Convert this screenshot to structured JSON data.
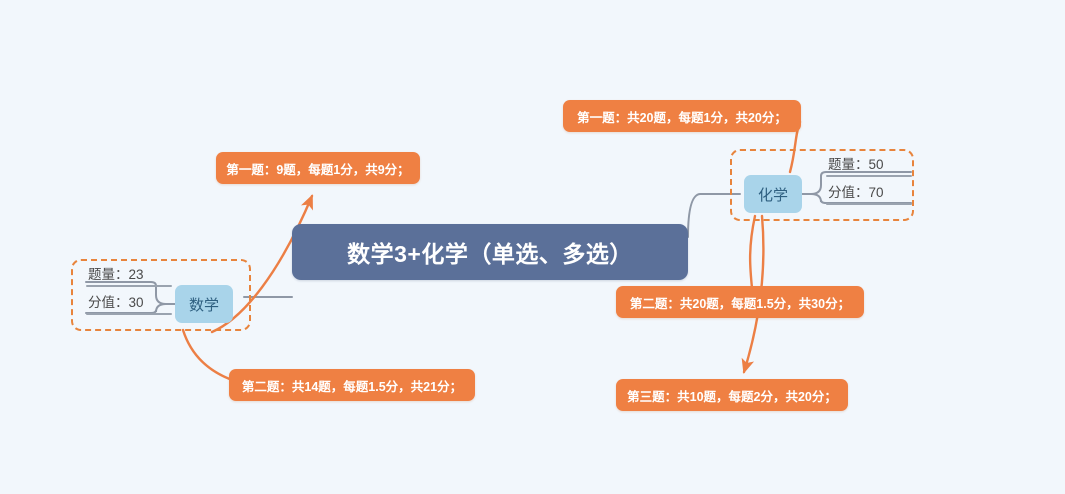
{
  "diagram": {
    "root": {
      "label": "数学3+化学（单选、多选）"
    },
    "branches": [
      {
        "subject": "数学",
        "stats": [
          {
            "label": "题量：23"
          },
          {
            "label": "分值：30"
          }
        ],
        "callouts": [
          {
            "text": "第一题：9题，每题1分，共9分；"
          },
          {
            "text": "第二题：共14题，每题1.5分，共21分；"
          }
        ]
      },
      {
        "subject": "化学",
        "stats": [
          {
            "label": "题量：50"
          },
          {
            "label": "分值：70"
          }
        ],
        "callouts": [
          {
            "text": "第一题：共20题，每题1分，共20分；"
          },
          {
            "text": "第二题：共20题，每题1.5分，共30分；"
          },
          {
            "text": "第三题：共10题，每题2分，共20分；"
          }
        ]
      }
    ],
    "colors": {
      "background": "#f2f7fc",
      "root_fill": "#5b7099",
      "subject_fill": "#a9d4ea",
      "subject_text": "#2e5f80",
      "callout_fill": "#ef8043",
      "group_border": "#e8843c",
      "connector_gray": "#8f98a6",
      "connector_orange": "#ec7f45"
    }
  }
}
